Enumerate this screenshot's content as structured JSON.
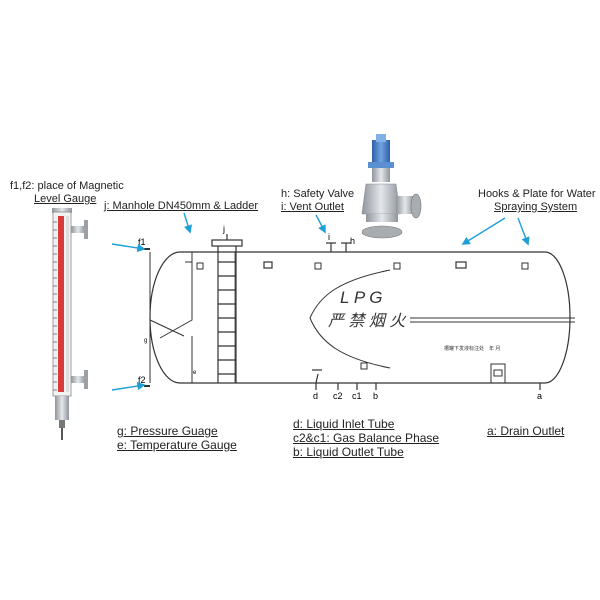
{
  "callouts": {
    "magnetic_gauge": [
      "f1,f2: place of Magnetic",
      "Level Gauge"
    ],
    "manhole": "j: Manhole  DN450mm & Ladder",
    "safety_valve": "h: Safety Valve",
    "vent_outlet": "i: Vent Outlet",
    "spraying": [
      "Hooks & Plate for Water",
      "Spraying System"
    ]
  },
  "legend": {
    "pressure": "g:  Pressure Guage",
    "temperature": "e:  Temperature Gauge",
    "liquid_inlet": "d: Liquid Inlet Tube",
    "gas_balance": "c2&c1: Gas Balance Phase",
    "liquid_outlet": "b: Liquid Outlet Tube",
    "drain": "a:  Drain Outlet"
  },
  "tags": {
    "f1": "f1",
    "f2": "f2",
    "j": "j",
    "i": "i",
    "h": "h",
    "g": "g",
    "e": "e",
    "d": "d",
    "c2": "c2",
    "c1": "c1",
    "b": "b",
    "a": "a"
  },
  "tank": {
    "lpg": "L P G",
    "warning_cn": "严 禁 烟 火",
    "plate_cn": "槽罐下发液标注处",
    "plate_month": "年 月"
  },
  "colors": {
    "arrow": "#1ea0d6",
    "tank_line": "#333333",
    "gauge_red": "#d83a3a",
    "valve_blue": "#3a78c8"
  }
}
